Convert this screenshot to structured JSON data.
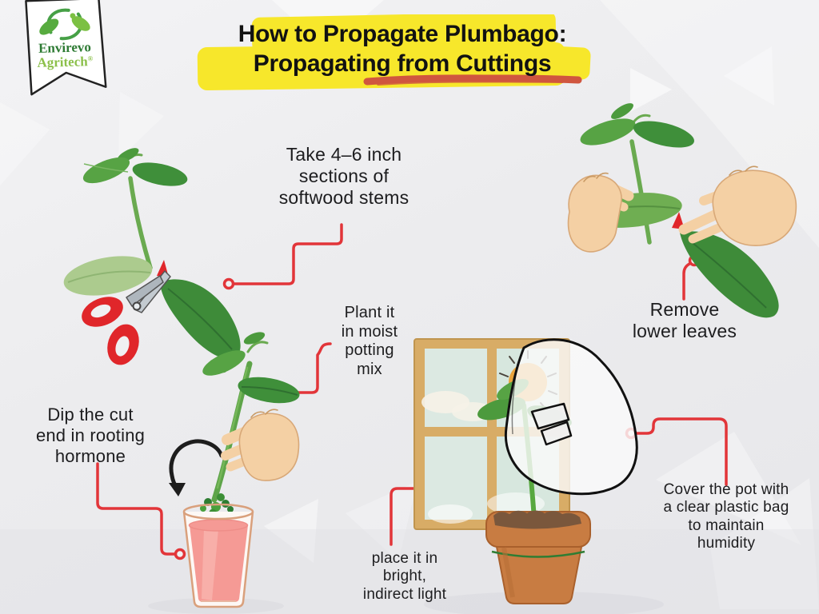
{
  "palette": {
    "background": "#ececee",
    "accent_red": "#e23539",
    "underline_red": "#d0563f",
    "highlight_yellow": "#f7e72b",
    "leaf_dark_green": "#3f8f3a",
    "leaf_mid_green": "#57a344",
    "leaf_light_green": "#accb8e",
    "pot_terracotta": "#c87c42",
    "liquid_pink": "#f59a95",
    "skin": "#f4d0a4",
    "window_frame_tan": "#d8ac66"
  },
  "logo": {
    "brand_line1": "Envirevo",
    "brand_line2": "Agritech",
    "registered_mark": "®"
  },
  "title": {
    "line1": "How to Propagate Plumbago:",
    "line2": "Propagating from Cuttings"
  },
  "steps": {
    "take_sections": "Take 4–6 inch\nsections of\nsoftwood stems",
    "remove_lower": "Remove\nlower leaves",
    "plant_moist": "Plant it\nin moist\npotting\nmix",
    "dip_hormone": "Dip the cut\nend in rooting\nhormone",
    "bright_light": "place it in\nbright,\nindirect light",
    "cover_pot": "Cover the pot with\na clear plastic bag\nto maintain\nhumidity"
  }
}
